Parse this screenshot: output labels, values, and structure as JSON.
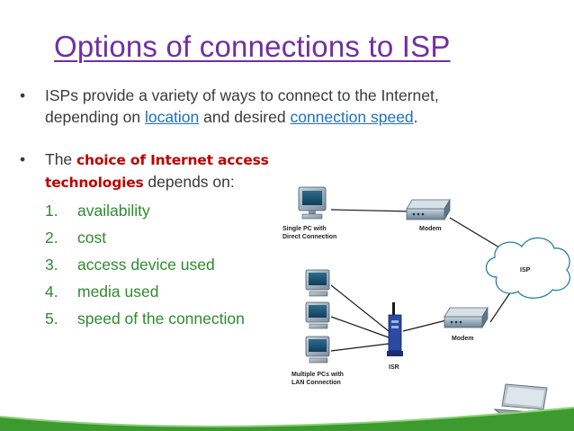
{
  "title": "Options of connections to ISP",
  "bullets": [
    {
      "line1": "ISPs provide a variety of ways to connect to the Internet,",
      "line2_prefix": "depending on ",
      "link1": "location",
      "line2_mid": " and desired ",
      "link2": "connection speed",
      "line2_suffix": "."
    },
    {
      "prefix": "The ",
      "highlight1": "choice of Internet access",
      "highlight2": "technologies",
      "suffix": " depends on:"
    }
  ],
  "factors": [
    {
      "num": "1.",
      "text": "availability"
    },
    {
      "num": "2.",
      "text": "cost"
    },
    {
      "num": "3.",
      "text": "access device used"
    },
    {
      "num": "4.",
      "text": "media used"
    },
    {
      "num": "5.",
      "text": "speed of the connection"
    }
  ],
  "diagram": {
    "single_pc_label_1": "Single PC with",
    "single_pc_label_2": "Direct Connection",
    "modem_top_label": "Modem",
    "isp_label": "ISP",
    "modem_bottom_label": "Modem",
    "isr_label": "ISR",
    "multi_pc_label_1": "Multiple PCs with",
    "multi_pc_label_2": "LAN Connection"
  },
  "colors": {
    "title": "#7030a0",
    "highlight": "#c00000",
    "link": "#1f6fc3",
    "list": "#2e8b2e",
    "footer": "#3c9a2e"
  }
}
